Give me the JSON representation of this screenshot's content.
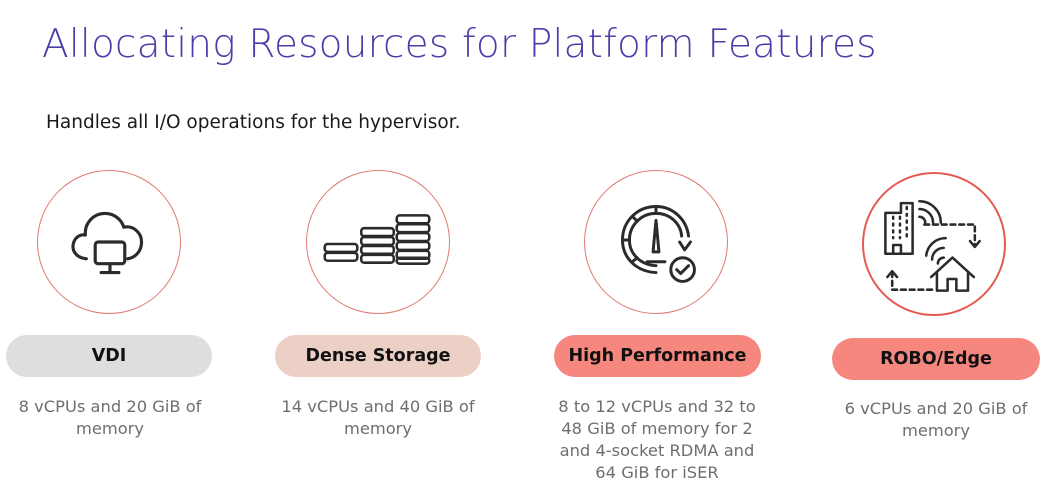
{
  "title": "Allocating Resources for Platform Features",
  "subtitle": "Handles all I/O operations for the hypervisor.",
  "colors": {
    "title": "#4a3fa8",
    "circle_border": "#e07a72",
    "vdi_pill": "#dcdedf",
    "dense_storage_pill": "#ecd0c6",
    "high_performance_pill": "#f5877f",
    "robo_edge_pill": "#f5877f"
  },
  "features": [
    {
      "icon": "cloud-desktop-icon",
      "label": "VDI",
      "description": "8 vCPUs and 20 GiB of memory"
    },
    {
      "icon": "server-stack-icon",
      "label": "Dense Storage",
      "description": "14 vCPUs and 40 GiB of memory"
    },
    {
      "icon": "speedometer-check-icon",
      "label": "High Performance",
      "description": "8 to 12 vCPUs and 32 to 48 GiB of memory for 2 and 4-socket RDMA and 64 GiB for iSER"
    },
    {
      "icon": "office-home-sync-icon",
      "label": "ROBO/Edge",
      "description": "6 vCPUs and 20 GiB of memory"
    }
  ]
}
